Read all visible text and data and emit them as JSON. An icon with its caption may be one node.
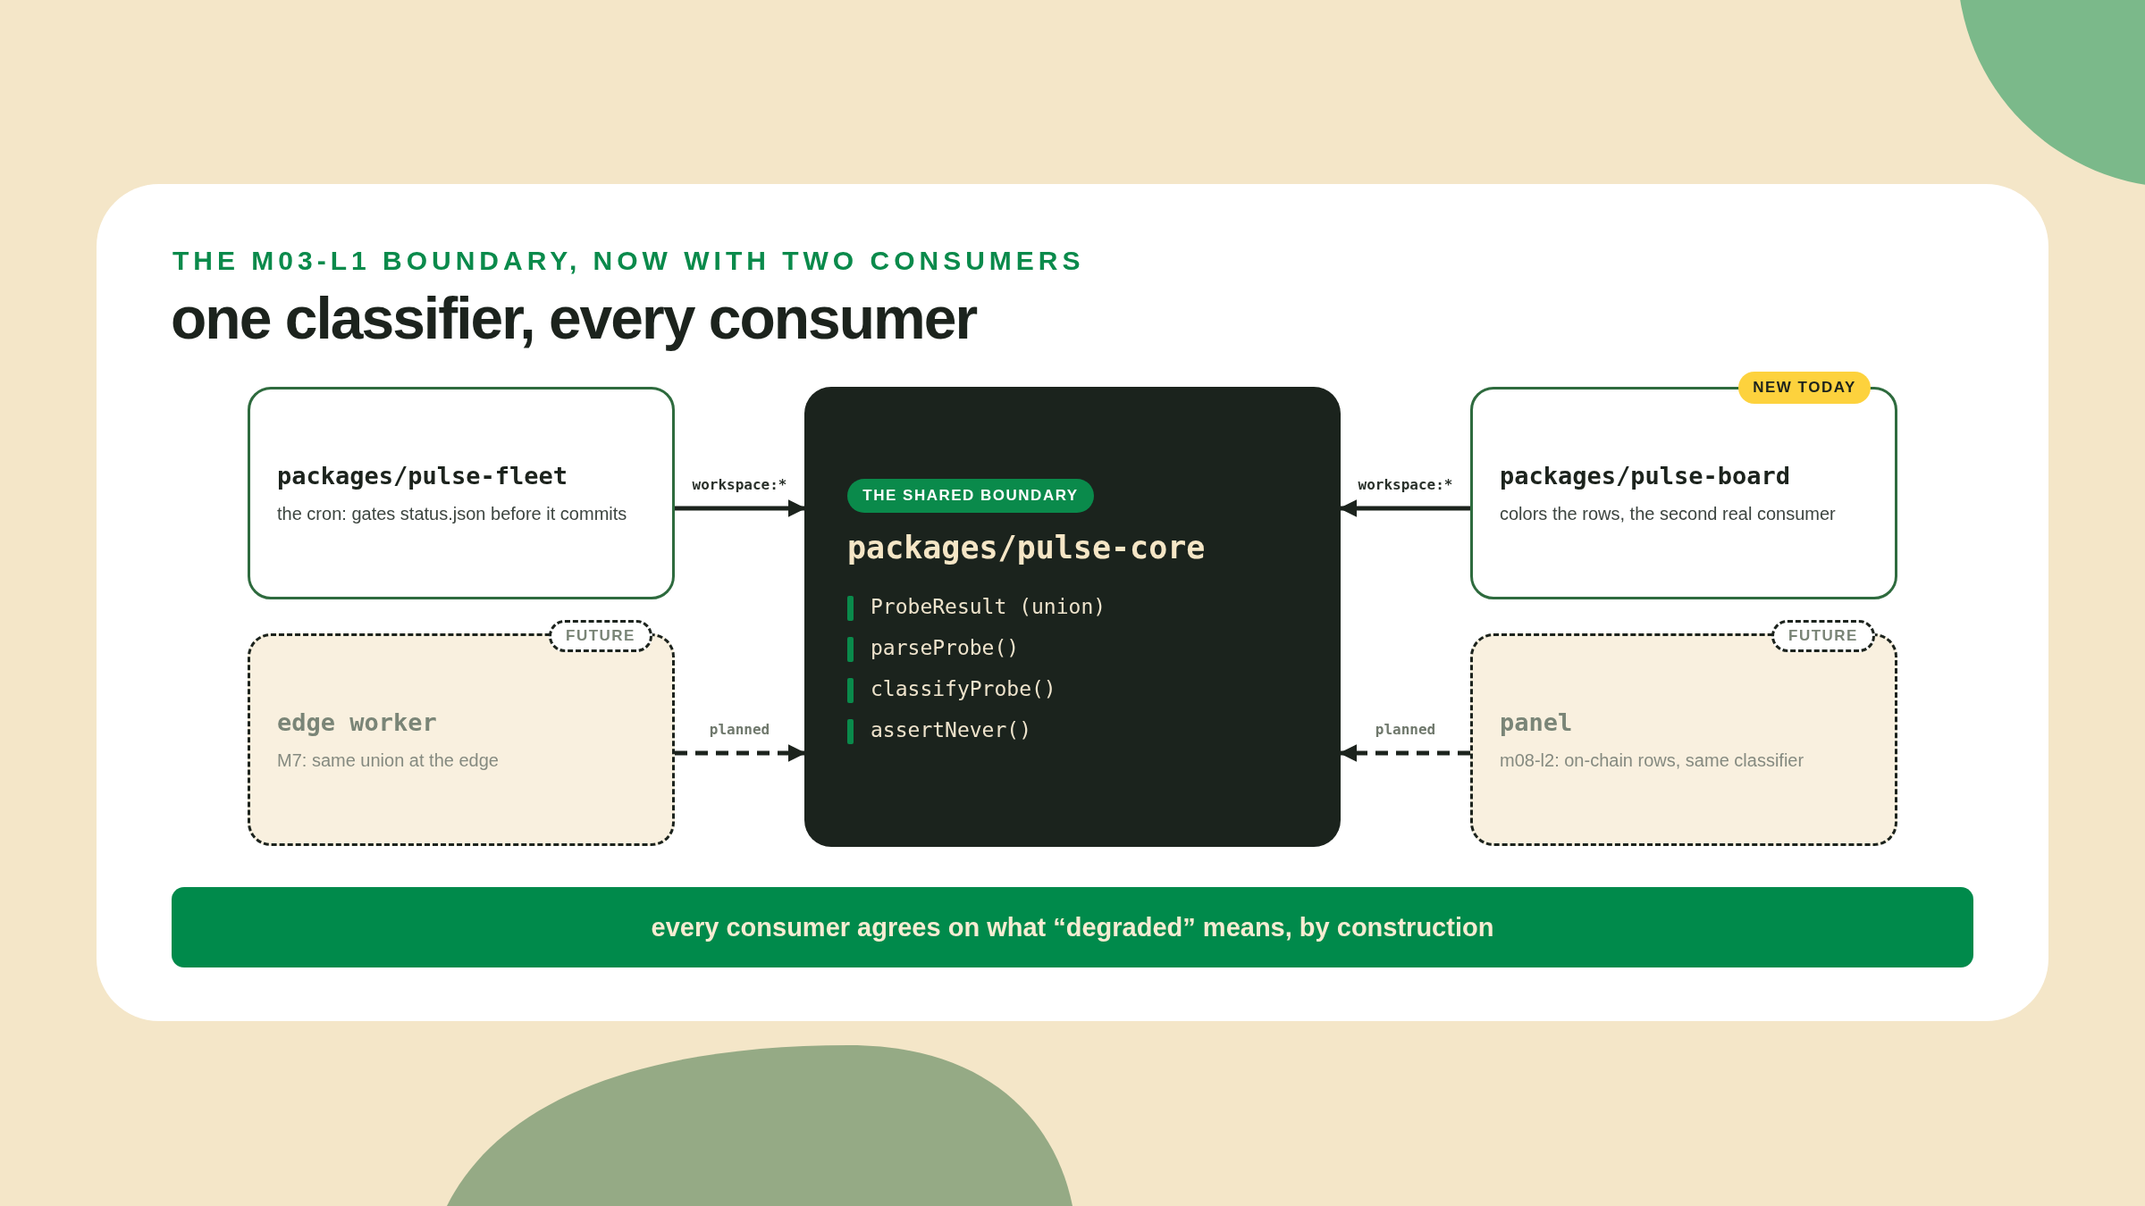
{
  "diagram": {
    "title": "one classifier, every consumer",
    "nodes": [
      {
        "text": [
          "packages/pulse-fleet",
          "the cron: gates status.json before it commits"
        ]
      },
      {
        "text": [
          "packages/pulse-core",
          "ProbeResult (union)",
          "parseProbe()",
          "classifyProbe()",
          "assertNever()"
        ]
      },
      {
        "text": [
          "THE SHARED BOUNDARY"
        ],
        "in": 1
      },
      {
        "text": [
          "packages/pulse-board",
          "colors the rows, the second real consumer"
        ]
      },
      {
        "text": [
          "NEW TODAY"
        ],
        "in": 3
      },
      {
        "text": [
          "edge worker",
          "M7: same union at the edge"
        ]
      },
      {
        "text": [
          "FUTURE"
        ],
        "in": 5
      },
      {
        "text": [
          "panel",
          "m08-l2: on-chain rows, same classifier"
        ]
      },
      {
        "text": [
          "FUTURE"
        ],
        "in": 7
      },
      {
        "text": [
          "every consumer agrees on what “degraded” means, by construction"
        ]
      }
    ],
    "edges": [
      {
        "from": 0,
        "to": 1,
        "arrow": "to",
        "label": "workspace:*"
      },
      {
        "from": 5,
        "to": 1,
        "arrow": "to",
        "label": "planned",
        "style": "dashed"
      },
      {
        "from": 3,
        "to": 1,
        "arrow": "to",
        "label": "workspace:*"
      },
      {
        "from": 7,
        "to": 1,
        "arrow": "to",
        "label": "planned",
        "style": "dashed"
      }
    ],
    "labels": [
      "THE M03-L1 BOUNDARY, NOW WITH TWO CONSUMERS"
    ]
  }
}
